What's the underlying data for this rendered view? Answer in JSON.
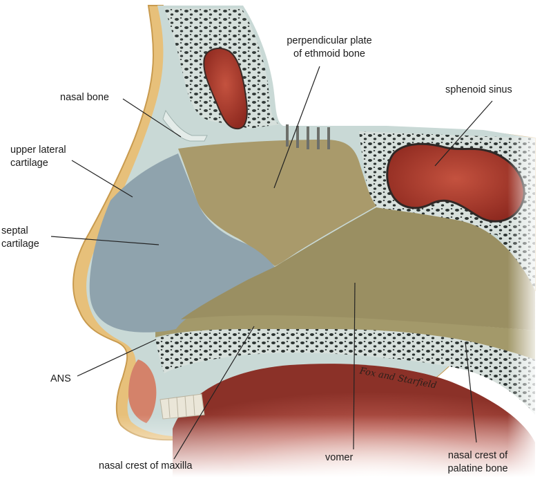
{
  "labels": {
    "perpendicular_plate": [
      "perpendicular plate",
      "of ethmoid bone"
    ],
    "nasal_bone": "nasal bone",
    "sphenoid_sinus": "sphenoid sinus",
    "upper_lateral_cartilage": [
      "upper lateral",
      "cartilage"
    ],
    "septal_cartilage": [
      "septal",
      "cartilage"
    ],
    "ans": "ANS",
    "nasal_crest_maxilla": "nasal crest of maxilla",
    "vomer": "vomer",
    "nasal_crest_palatine": [
      "nasal crest of",
      "palatine bone"
    ]
  },
  "signature": "Fox and Starfield",
  "colors": {
    "skin": "#e7c07a",
    "skin_edge": "#c89a4e",
    "mucosa": "#c9d9d6",
    "bone": "#d7e0dc",
    "bone_pore": "#2b3331",
    "sinus": "#b23c2e",
    "ethmoid": "#a99a6b",
    "vomer": "#9a8f62",
    "septal_cartilage": "#8fa3ad",
    "palate_mucosa": "#9c6455",
    "leader_line": "#222222"
  }
}
